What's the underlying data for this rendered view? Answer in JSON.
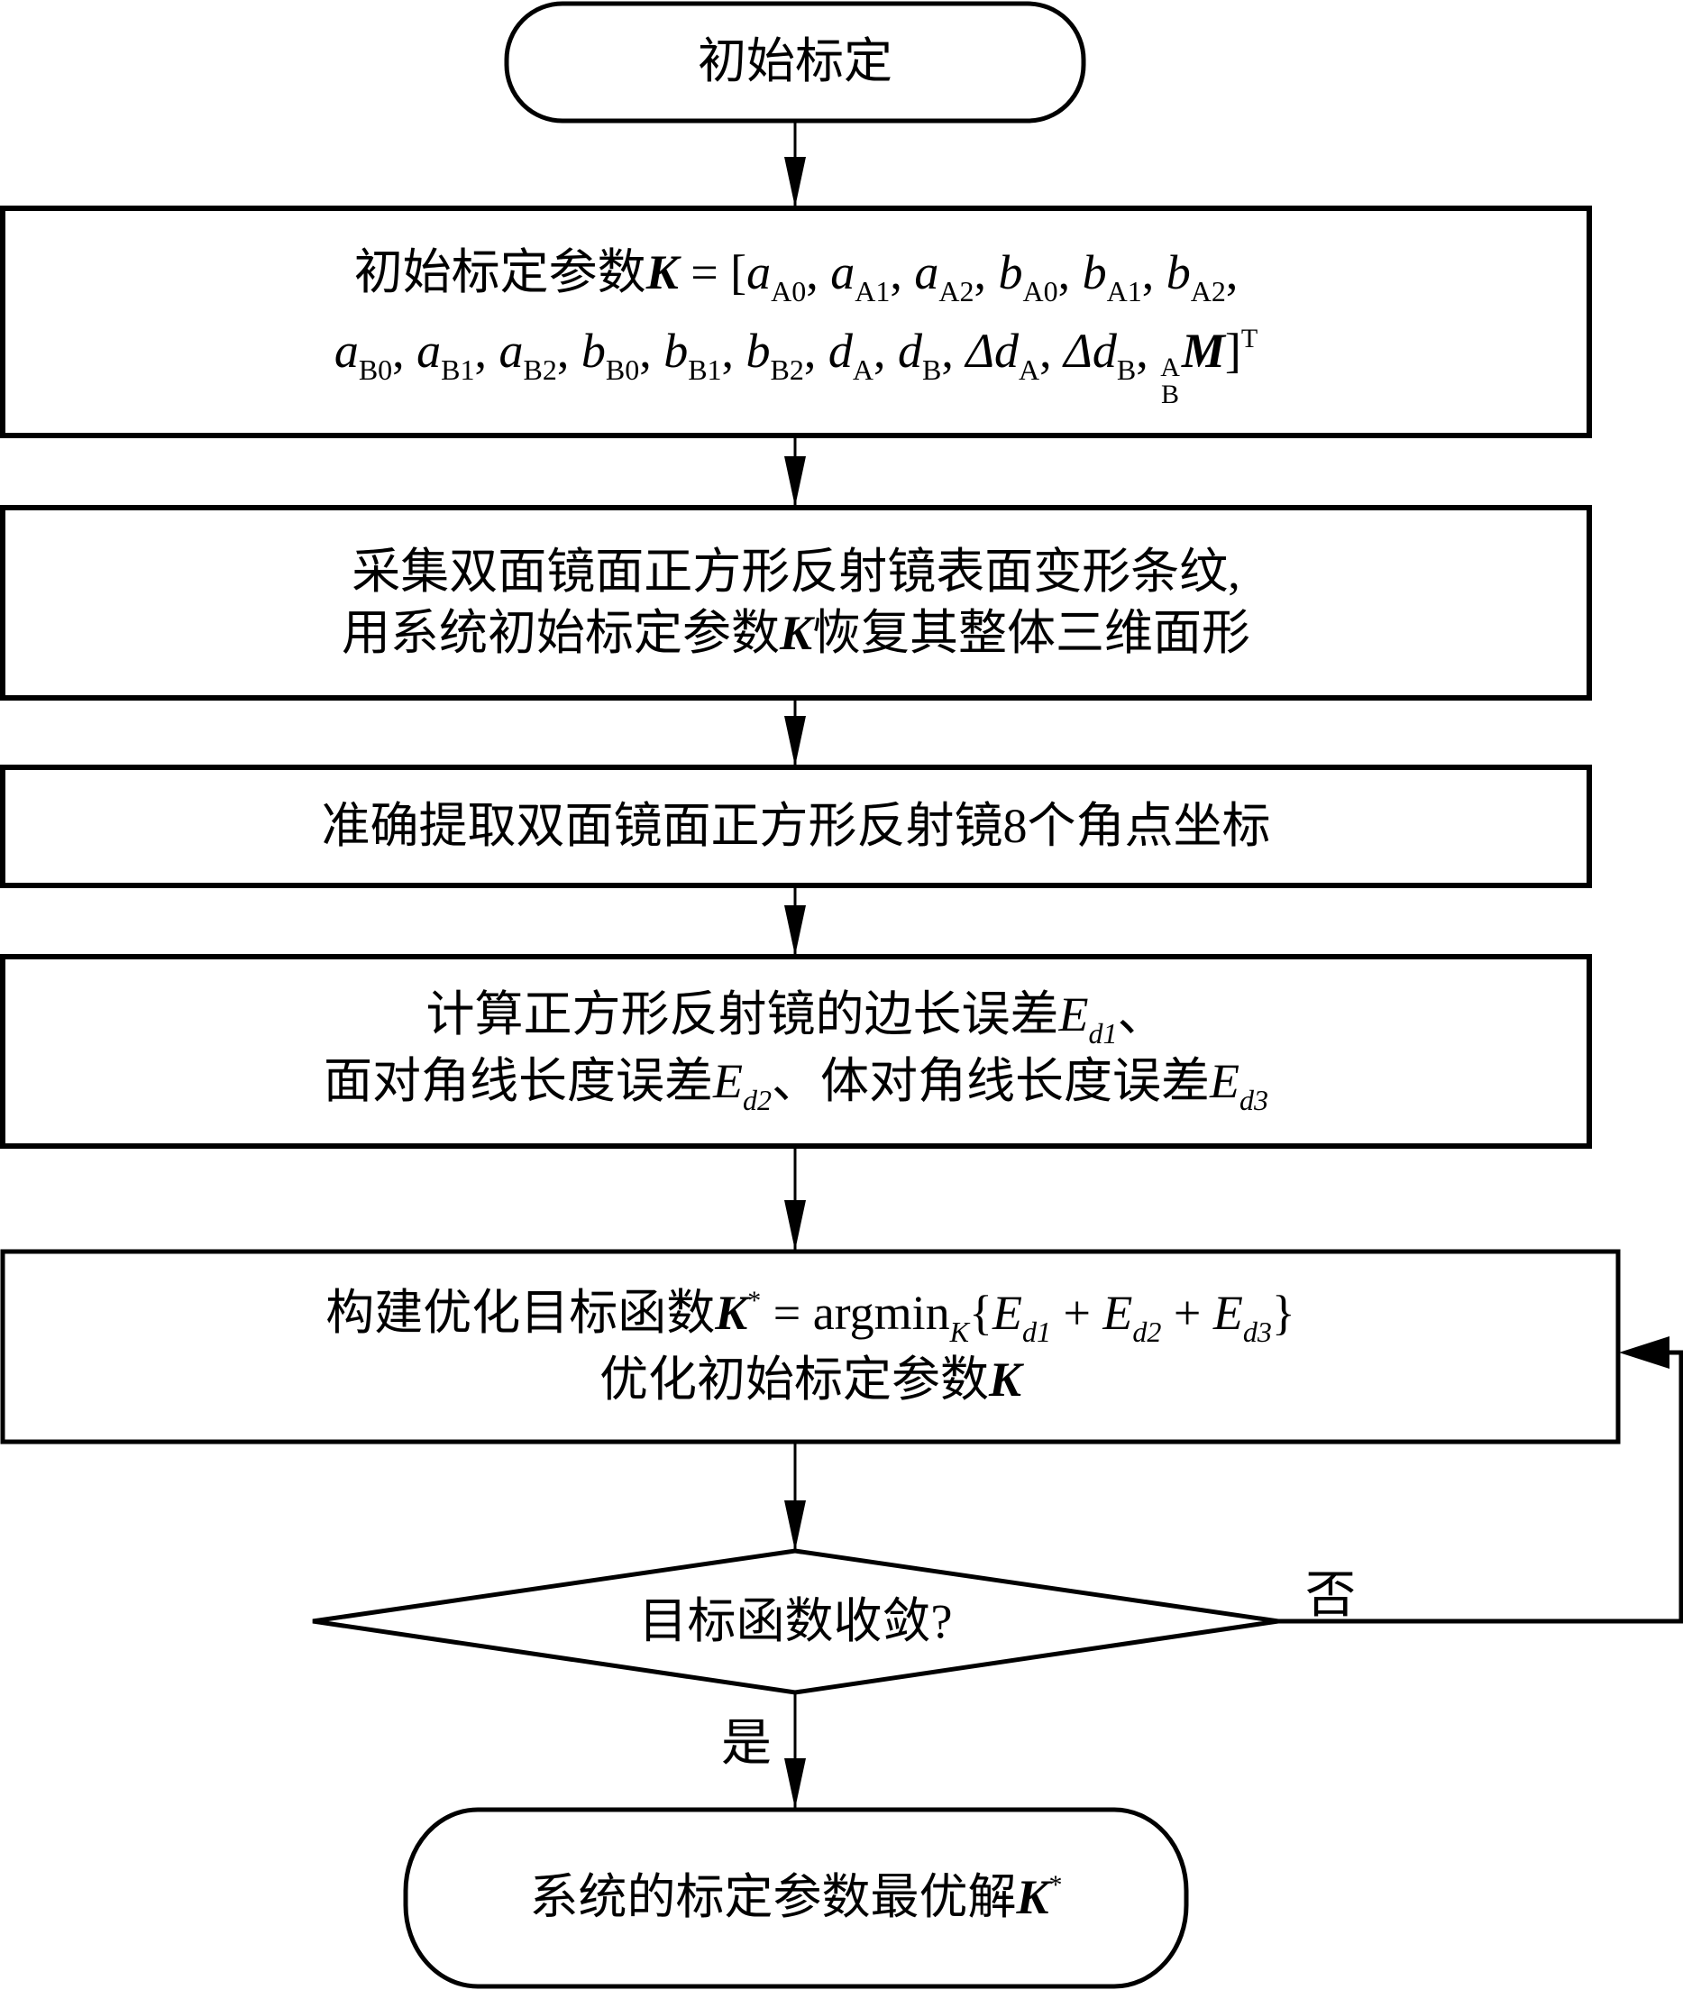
{
  "diagram": {
    "type": "flowchart",
    "start": {
      "label": "初始标定"
    },
    "step1": {
      "prefix": "初始标定参数",
      "symbol": "K",
      "eq": " = [",
      "line1_terms": [
        {
          "v": "a",
          "s": "A0"
        },
        {
          "v": "a",
          "s": "A1"
        },
        {
          "v": "a",
          "s": "A2"
        },
        {
          "v": "b",
          "s": "A0"
        },
        {
          "v": "b",
          "s": "A1"
        },
        {
          "v": "b",
          "s": "A2"
        }
      ],
      "line2_terms": [
        {
          "v": "a",
          "s": "B0"
        },
        {
          "v": "a",
          "s": "B1"
        },
        {
          "v": "a",
          "s": "B2"
        },
        {
          "v": "b",
          "s": "B0"
        },
        {
          "v": "b",
          "s": "B1"
        },
        {
          "v": "b",
          "s": "B2"
        },
        {
          "v": "d",
          "s": "A"
        },
        {
          "v": "d",
          "s": "B"
        },
        {
          "v": "Δd",
          "s": "A"
        },
        {
          "v": "Δd",
          "s": "B"
        }
      ],
      "matrix_pre_top": "A",
      "matrix_pre_bottom": "B",
      "matrix": "M",
      "close": "]",
      "transpose": "T"
    },
    "step2": {
      "line1": "采集双面镜面正方形反射镜表面变形条纹,",
      "line2_a": "用系统初始标定参数",
      "line2_sym": "K",
      "line2_b": "恢复其整体三维面形"
    },
    "step3": {
      "label": "准确提取双面镜面正方形反射镜8个角点坐标"
    },
    "step4": {
      "line1_text": "计算正方形反射镜的边长误差",
      "E": "E",
      "d1": "d1",
      "line1_end": "、",
      "line2_a": "面对角线长度误差",
      "d2": "d2",
      "line2_mid": "、体对角线长度误差",
      "d3": "d3"
    },
    "step5": {
      "line1_text": "构建优化目标函数",
      "K": "K",
      "star": "*",
      "eq": " = argmin",
      "argsub": "K",
      "open": "{",
      "plus": " + ",
      "close": "}",
      "line2_text": "优化初始标定参数"
    },
    "decision": {
      "label": "目标函数收敛?"
    },
    "branch_no": "否",
    "branch_yes": "是",
    "end": {
      "label": "系统的标定参数最优解",
      "symbol": "K",
      "star": "*"
    }
  }
}
